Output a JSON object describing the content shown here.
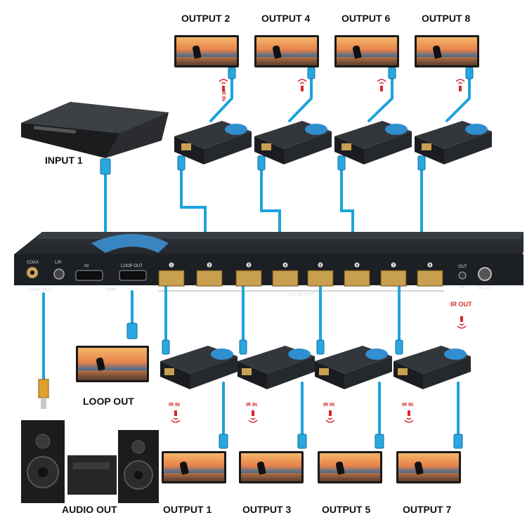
{
  "labels": {
    "input1": "INPUT 1",
    "loop_out": "LOOP OUT",
    "audio_out": "AUDIO OUT",
    "outputs_top": [
      "OUTPUT 2",
      "OUTPUT 4",
      "OUTPUT 6",
      "OUTPUT 8"
    ],
    "outputs_bottom": [
      "OUTPUT 1",
      "OUTPUT 3",
      "OUTPUT 5",
      "OUTPUT 7"
    ],
    "ir_in": "IR IN",
    "ir_out": "IR OUT"
  },
  "panel": {
    "coax": "COAX",
    "lr": "L/R",
    "audio_out": "AUDIO OUT",
    "in": "IN",
    "loop_out": "LOOP OUT",
    "hdmi": "HDMI",
    "cat_output": "CAT OUTPUT",
    "out": "OUT",
    "ir": "IR",
    "dc": "DC 12V",
    "ports": [
      "1",
      "2",
      "3",
      "4",
      "5",
      "6",
      "7",
      "8"
    ]
  },
  "colors": {
    "cable": "#1ea2dc",
    "device": "#1f2226",
    "accent": "#3b8fd0",
    "ir": "#d8262c"
  }
}
